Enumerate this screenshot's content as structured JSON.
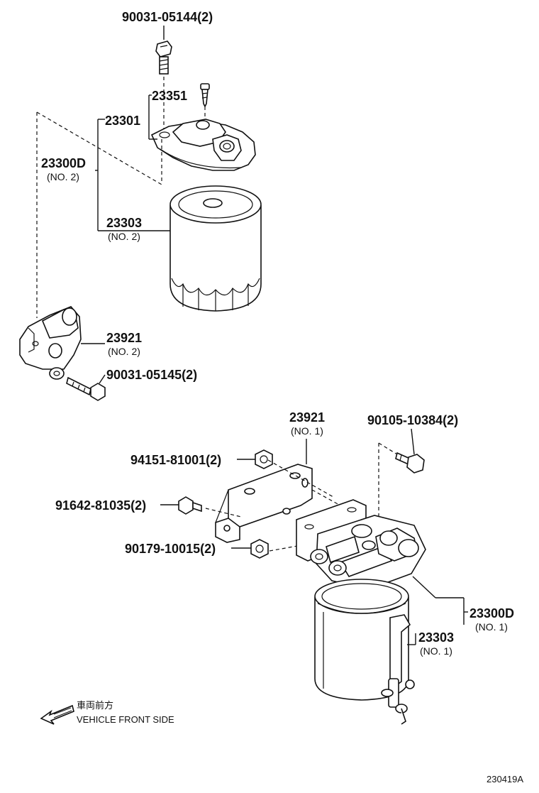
{
  "labels": {
    "bolt_top": "90031-05144(2)",
    "screw_top": "23351",
    "cover_top": "23301",
    "assy_no2": "23300D",
    "assy_no2_sub": "(NO. 2)",
    "element_no2": "23303",
    "element_no2_sub": "(NO. 2)",
    "bracket_no2": "23921",
    "bracket_no2_sub": "(NO. 2)",
    "bolt_mid": "90031-05145(2)",
    "bracket_no1": "23921",
    "bracket_no1_sub": "(NO. 1)",
    "bolt_right": "90105-10384(2)",
    "nut_upper": "94151-81001(2)",
    "bolt_left": "91642-81035(2)",
    "nut_lower": "90179-10015(2)",
    "assy_no1": "23300D",
    "assy_no1_sub": "(NO. 1)",
    "element_no1": "23303",
    "element_no1_sub": "(NO. 1)"
  },
  "direction": {
    "japanese": "車両前方",
    "english": "VEHICLE FRONT SIDE"
  },
  "figure_id": "230419A"
}
